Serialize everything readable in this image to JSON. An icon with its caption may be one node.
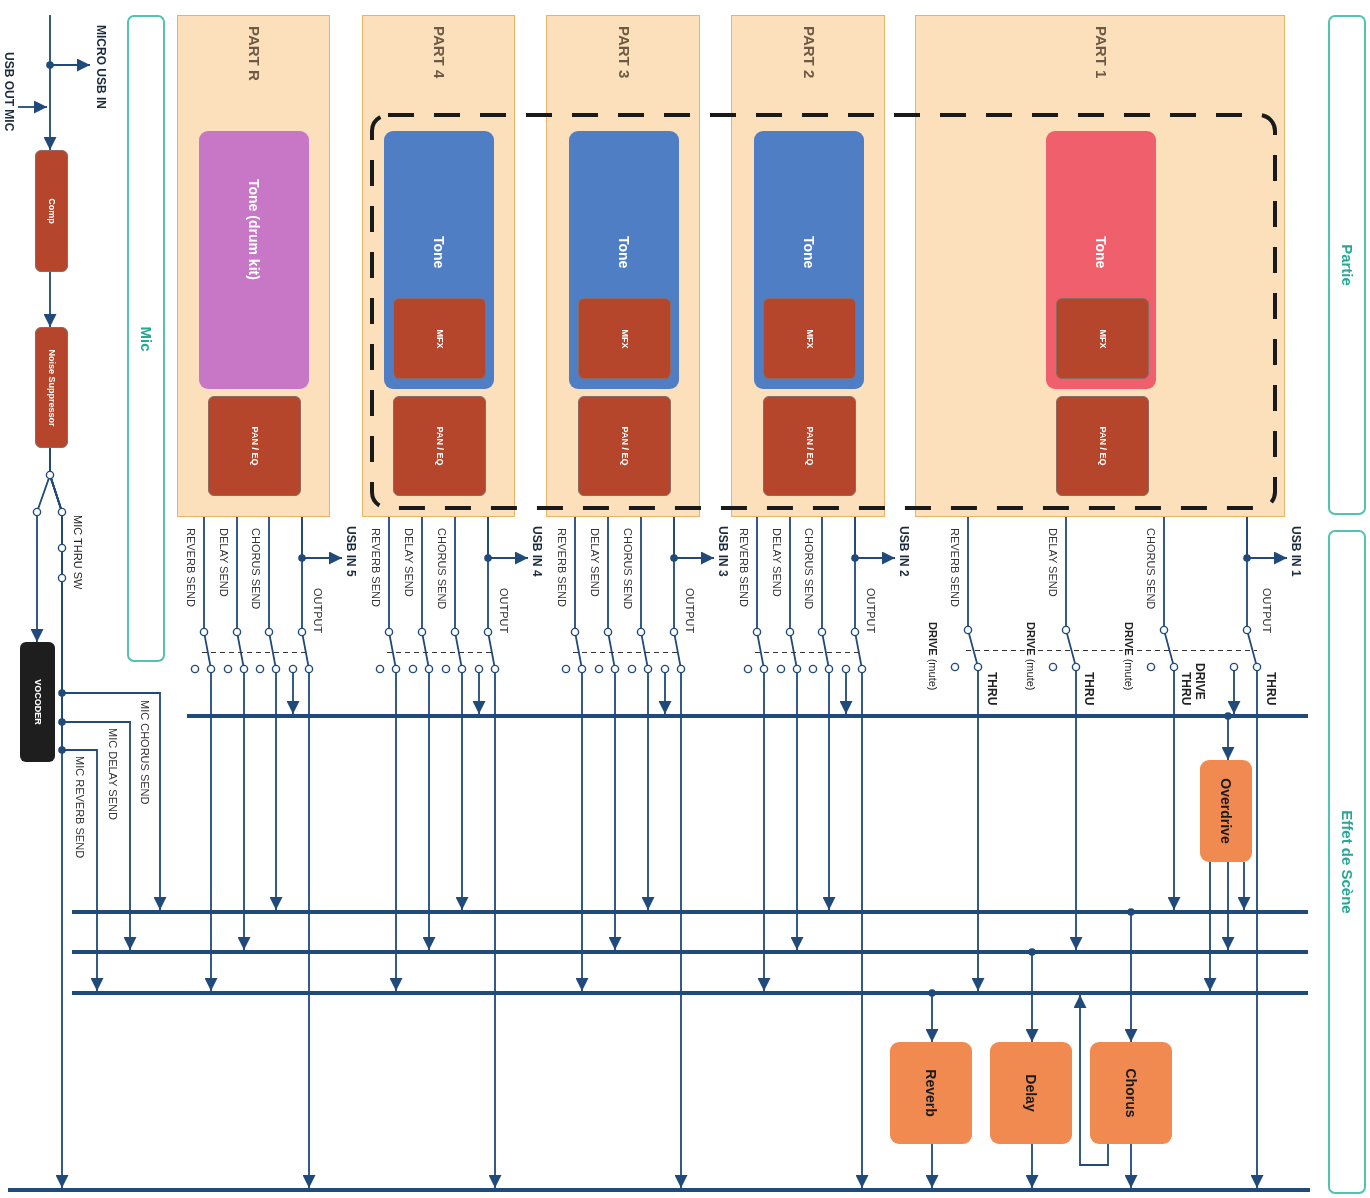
{
  "diagram": {
    "nodes": [
      {
        "text": [
          "Mic"
        ]
      },
      {
        "text": [
          "Partie"
        ]
      },
      {
        "text": [
          "Effet de Scène"
        ]
      },
      {
        "text": [
          "MICRO USB IN"
        ]
      },
      {
        "text": [
          "USB OUT MIC"
        ]
      },
      {
        "text": [
          "Comp"
        ]
      },
      {
        "text": [
          "Noise Suppressor"
        ]
      },
      {
        "text": [
          "VOCODER"
        ]
      },
      {
        "text": [
          "PART R"
        ]
      },
      {
        "text": [
          "Tone (drum kit)"
        ],
        "in": 8
      },
      {
        "text": [
          "PAN / EQ"
        ],
        "in": 8
      },
      {
        "text": [
          "PART 4"
        ]
      },
      {
        "text": [
          "Tone"
        ],
        "in": 11
      },
      {
        "text": [
          "MFX"
        ],
        "in": 12
      },
      {
        "text": [
          "PAN / EQ"
        ],
        "in": 11
      },
      {
        "text": [
          "PART 3"
        ]
      },
      {
        "text": [
          "Tone"
        ],
        "in": 15
      },
      {
        "text": [
          "MFX"
        ],
        "in": 16
      },
      {
        "text": [
          "PAN / EQ"
        ],
        "in": 15
      },
      {
        "text": [
          "PART 2"
        ]
      },
      {
        "text": [
          "Tone"
        ],
        "in": 19
      },
      {
        "text": [
          "MFX"
        ],
        "in": 20
      },
      {
        "text": [
          "PAN / EQ"
        ],
        "in": 19
      },
      {
        "text": [
          "PART 1"
        ]
      },
      {
        "text": [
          "Tone"
        ],
        "in": 23
      },
      {
        "text": [
          "MFX"
        ],
        "in": 24
      },
      {
        "text": [
          "PAN / EQ"
        ],
        "in": 23
      },
      {
        "text": [
          "USB IN 5"
        ]
      },
      {
        "text": [
          "USB IN 4"
        ]
      },
      {
        "text": [
          "USB IN 3"
        ]
      },
      {
        "text": [
          "USB IN 2"
        ]
      },
      {
        "text": [
          "USB IN 1"
        ]
      },
      {
        "text": [],
        "shape": "bar"
      },
      {
        "text": [],
        "shape": "bar"
      },
      {
        "text": [],
        "shape": "bar"
      },
      {
        "text": [],
        "shape": "bar"
      },
      {
        "text": [],
        "shape": "bar"
      },
      {
        "text": [
          "Overdrive"
        ]
      },
      {
        "text": [
          "Reverb"
        ]
      },
      {
        "text": [
          "Delay"
        ]
      },
      {
        "text": [
          "Chorus"
        ]
      }
    ],
    "edges": [
      {
        "from": 8,
        "to": 35,
        "arrow": "to",
        "label": "REVERB SEND"
      },
      {
        "from": 8,
        "to": 34,
        "arrow": "to",
        "label": "DELAY SEND"
      },
      {
        "from": 8,
        "to": 33,
        "arrow": "to",
        "label": "CHORUS SEND"
      },
      {
        "from": 8,
        "to": 36,
        "arrow": "to",
        "label": "OUTPUT"
      },
      {
        "from": 8,
        "to": 27,
        "arrow": "to"
      },
      {
        "from": null,
        "to": 32,
        "arrow": "to"
      },
      {
        "from": 11,
        "to": 35,
        "arrow": "to",
        "label": "REVERB SEND"
      },
      {
        "from": 11,
        "to": 34,
        "arrow": "to",
        "label": "DELAY SEND"
      },
      {
        "from": 11,
        "to": 33,
        "arrow": "to",
        "label": "CHORUS SEND"
      },
      {
        "from": 11,
        "to": 36,
        "arrow": "to",
        "label": "OUTPUT"
      },
      {
        "from": 11,
        "to": 28,
        "arrow": "to"
      },
      {
        "from": null,
        "to": 32,
        "arrow": "to"
      },
      {
        "from": 15,
        "to": 35,
        "arrow": "to",
        "label": "REVERB SEND"
      },
      {
        "from": 15,
        "to": 34,
        "arrow": "to",
        "label": "DELAY SEND"
      },
      {
        "from": 15,
        "to": 33,
        "arrow": "to",
        "label": "CHORUS SEND"
      },
      {
        "from": 15,
        "to": 36,
        "arrow": "to",
        "label": "OUTPUT"
      },
      {
        "from": 15,
        "to": 29,
        "arrow": "to"
      },
      {
        "from": null,
        "to": 32,
        "arrow": "to"
      },
      {
        "from": 19,
        "to": 35,
        "arrow": "to",
        "label": "REVERB SEND"
      },
      {
        "from": 19,
        "to": 34,
        "arrow": "to",
        "label": "DELAY SEND"
      },
      {
        "from": 19,
        "to": 33,
        "arrow": "to",
        "label": "CHORUS SEND"
      },
      {
        "from": 19,
        "to": 36,
        "arrow": "to",
        "label": "OUTPUT"
      },
      {
        "from": 19,
        "to": 30,
        "arrow": "to"
      },
      {
        "from": null,
        "to": 32,
        "arrow": "to"
      },
      {
        "from": 23,
        "to": 35,
        "arrow": "to",
        "label": "REVERB SEND"
      },
      {
        "from": 23,
        "to": 34,
        "arrow": "to",
        "label": "DELAY SEND"
      },
      {
        "from": 23,
        "to": 33,
        "arrow": "to",
        "label": "CHORUS SEND"
      },
      {
        "from": 23,
        "to": 36,
        "arrow": "to",
        "label": "OUTPUT"
      },
      {
        "from": 23,
        "to": 31,
        "arrow": "to"
      },
      {
        "from": null,
        "to": 32,
        "arrow": "to"
      },
      {
        "from": null,
        "to": 5,
        "arrow": "to"
      },
      {
        "from": null,
        "to": 3,
        "arrow": "to"
      },
      {
        "from": 4,
        "to": null,
        "arrow": "to"
      },
      {
        "from": 5,
        "to": 6,
        "arrow": "to"
      },
      {
        "from": 6,
        "to": 7,
        "arrow": "to"
      },
      {
        "from": 6,
        "to": 36,
        "arrow": "to"
      },
      {
        "from": 6,
        "to": 33,
        "arrow": "to",
        "label": "MIC CHORUS SEND"
      },
      {
        "from": 6,
        "to": 34,
        "arrow": "to",
        "label": "MIC DELAY SEND"
      },
      {
        "from": 6,
        "to": 35,
        "arrow": "to",
        "label": "MIC REVERB SEND"
      },
      {
        "from": 32,
        "to": 37,
        "arrow": "to"
      },
      {
        "from": 37,
        "to": 33,
        "arrow": "to"
      },
      {
        "from": 37,
        "to": 34,
        "arrow": "to"
      },
      {
        "from": 37,
        "to": 35,
        "arrow": "to"
      },
      {
        "from": 33,
        "to": 40,
        "arrow": "to"
      },
      {
        "from": 34,
        "to": 39,
        "arrow": "to"
      },
      {
        "from": 35,
        "to": 38,
        "arrow": "to"
      },
      {
        "from": 40,
        "to": 35,
        "arrow": "to"
      },
      {
        "from": 40,
        "to": 36,
        "arrow": "to"
      },
      {
        "from": 39,
        "to": 36,
        "arrow": "to"
      },
      {
        "from": 38,
        "to": 36,
        "arrow": "to"
      }
    ],
    "labels": [
      "MIC THRU SW",
      "**DRIVE** (mute)",
      "THRU",
      "**DRIVE** (mute)",
      "THRU",
      "**DRIVE** (mute)",
      "THRU",
      "DRIVE",
      "THRU"
    ]
  }
}
